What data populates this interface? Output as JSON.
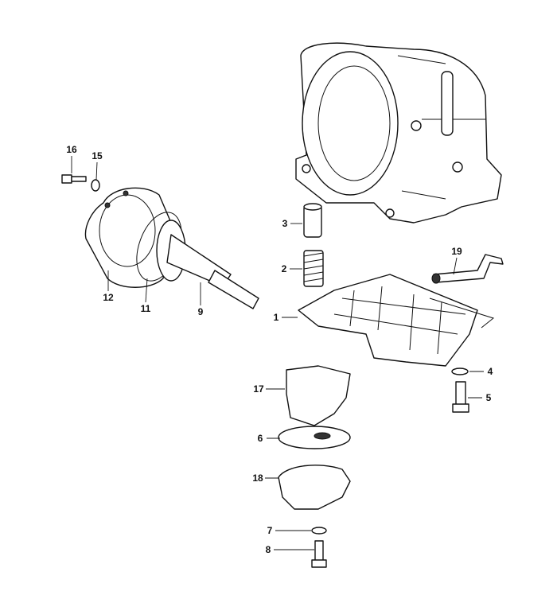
{
  "diagram": {
    "type": "exploded-parts-view",
    "labels": [
      {
        "id": "16",
        "text": "16"
      },
      {
        "id": "15",
        "text": "15"
      },
      {
        "id": "12",
        "text": "12"
      },
      {
        "id": "11",
        "text": "11"
      },
      {
        "id": "9",
        "text": "9"
      },
      {
        "id": "3",
        "text": "3"
      },
      {
        "id": "2",
        "text": "2"
      },
      {
        "id": "1",
        "text": "1"
      },
      {
        "id": "19",
        "text": "19"
      },
      {
        "id": "17",
        "text": "17"
      },
      {
        "id": "4",
        "text": "4"
      },
      {
        "id": "5",
        "text": "5"
      },
      {
        "id": "6",
        "text": "6"
      },
      {
        "id": "18",
        "text": "18"
      },
      {
        "id": "7",
        "text": "7"
      },
      {
        "id": "8",
        "text": "8"
      }
    ]
  }
}
